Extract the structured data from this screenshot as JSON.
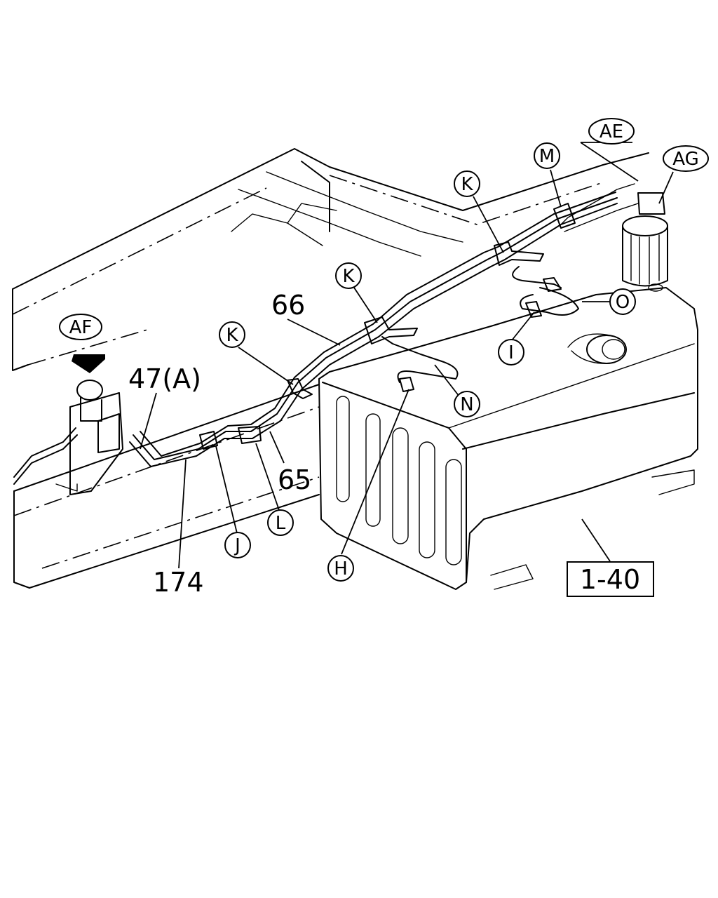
{
  "callouts": {
    "ae": "AE",
    "ag": "AG",
    "af": "AF",
    "m": "M",
    "k_top": "K",
    "k_mid": "K",
    "k_left": "K",
    "o": "O",
    "i": "I",
    "n": "N",
    "l": "L",
    "j": "J",
    "h": "H"
  },
  "part_numbers": {
    "p66": "66",
    "p47a": "47(A)",
    "p65": "65",
    "p174": "174"
  },
  "reference": {
    "box_label": "1-40"
  }
}
